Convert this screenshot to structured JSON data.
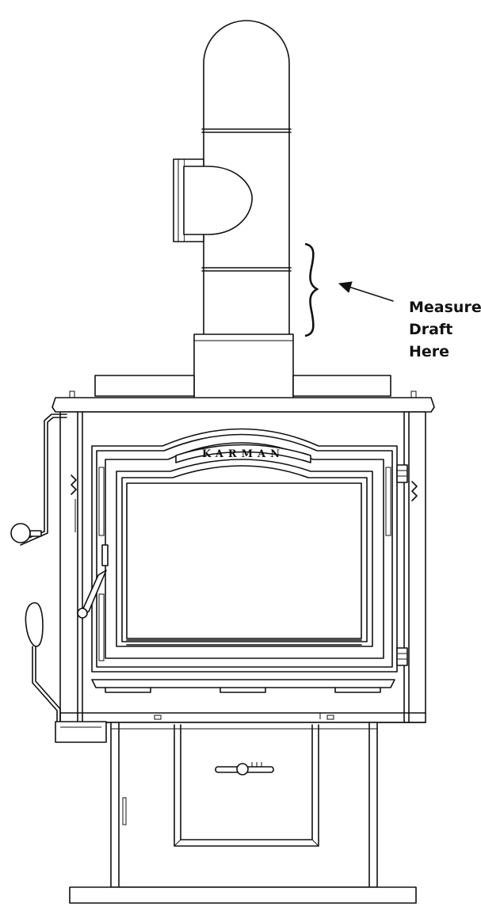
{
  "callout": {
    "lines": [
      "Measure",
      "Draft",
      "Here"
    ]
  },
  "brand": {
    "text": "KARMAN"
  },
  "colors": {
    "line": "#111111",
    "background": "#ffffff"
  }
}
